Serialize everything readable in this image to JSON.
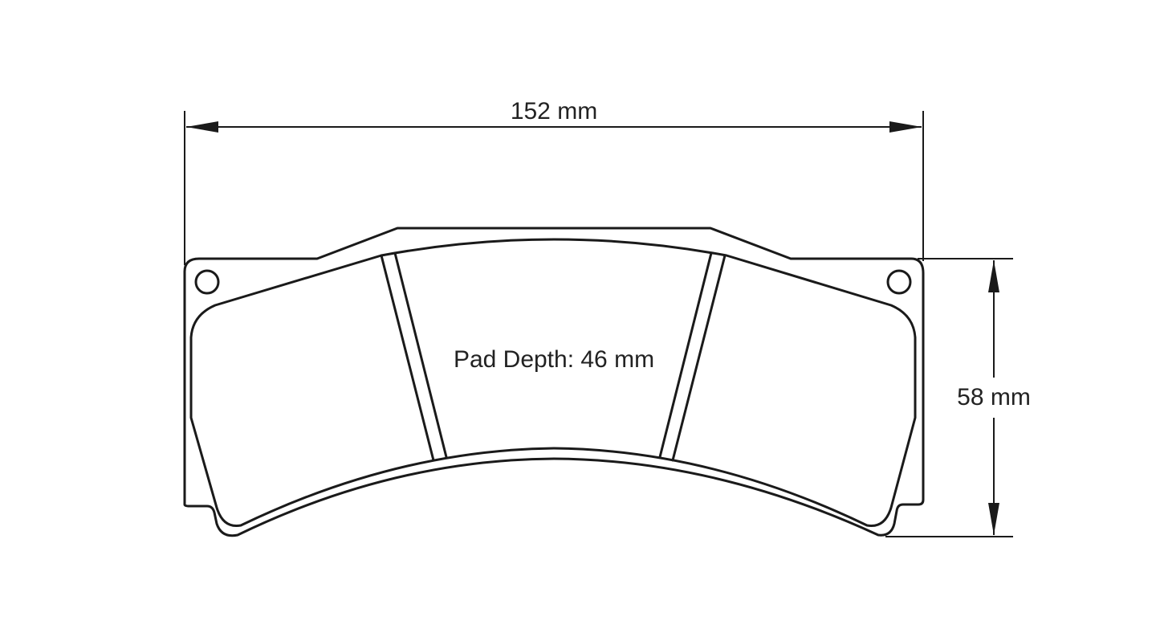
{
  "dimensions": {
    "width_label": "152 mm",
    "height_label": "58 mm",
    "pad_depth_label": "Pad Depth: 46 mm"
  },
  "colors": {
    "line": "#1a1a1a",
    "background": "#ffffff"
  }
}
